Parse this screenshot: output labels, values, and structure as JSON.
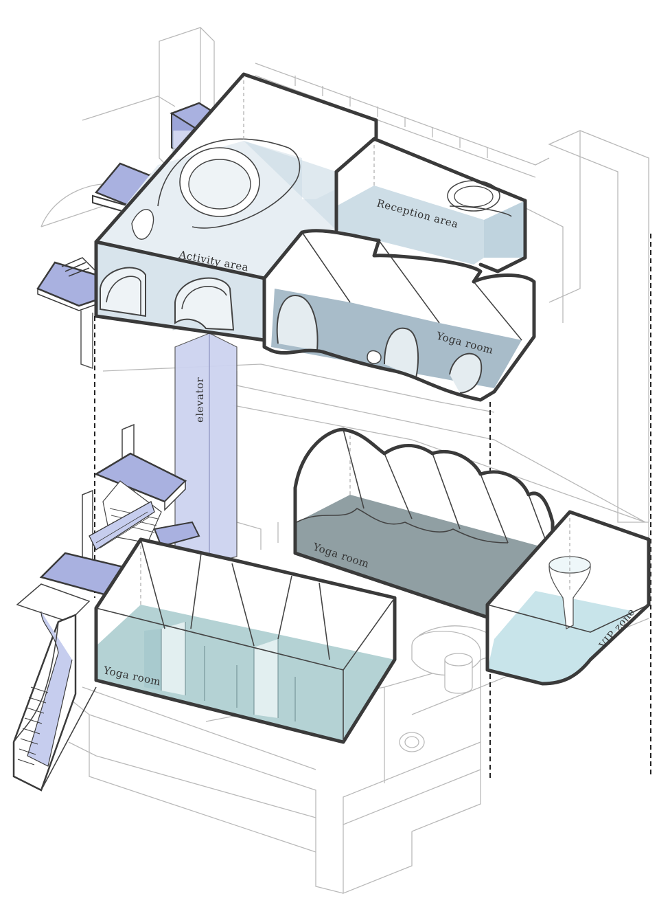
{
  "labels": {
    "activity_area": "Activity area",
    "reception_area": "Reception area",
    "yoga_room_upper": "Yoga room",
    "elevator": "elevator",
    "yoga_room_middle": "Yoga room",
    "yoga_room_lower": "Yoga room",
    "vip_zone": "VIP zone"
  },
  "colors": {
    "circulation_blue": "#b9c0e6",
    "circulation_blue_dark": "#8f98d2",
    "room_tint_light": "#dde8ef",
    "room_tint": "#b9cfdb",
    "room_tint_dark": "#8fa0a5",
    "room_tint_green": "#bcd8d8",
    "vip_tint": "#c8e4ea",
    "outline": "#3a3a3a",
    "context_line": "#b9b9b9"
  }
}
